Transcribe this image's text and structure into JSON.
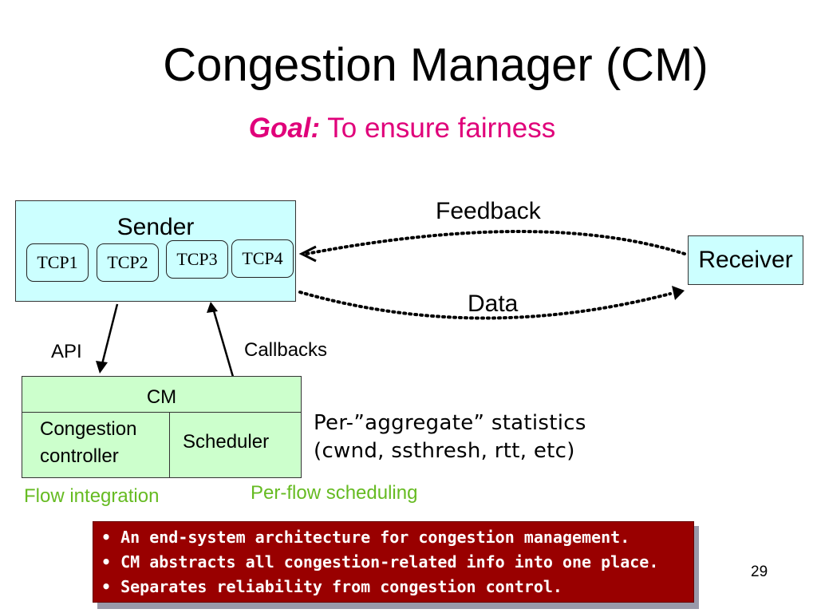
{
  "slide": {
    "title": "Congestion Manager (CM)",
    "goal_label": "Goal:",
    "goal_text": "To ensure fairness",
    "page_number": "29"
  },
  "diagram": {
    "sender": "Sender",
    "tcp": [
      "TCP1",
      "TCP2",
      "TCP3",
      "TCP4"
    ],
    "receiver": "Receiver",
    "feedback": "Feedback",
    "data": "Data",
    "api": "API",
    "callbacks": "Callbacks",
    "cm": "CM",
    "congestion_controller": [
      "Congestion",
      "controller"
    ],
    "scheduler": "Scheduler",
    "stats": [
      "Per-”aggregate” statistics",
      "(cwnd, ssthresh, rtt, etc)"
    ],
    "flow_integration": "Flow integration",
    "per_flow_scheduling": "Per-flow scheduling"
  },
  "bullets": [
    "• An end-system architecture for congestion management.",
    "• CM abstracts all congestion-related info into one place.",
    "• Separates reliability from congestion control."
  ],
  "colors": {
    "goal": "#e0007a",
    "box_fill": "#ccffff",
    "cm_fill": "#ccffcc",
    "annotation": "#66bb22",
    "bullet_box": "#990000"
  }
}
